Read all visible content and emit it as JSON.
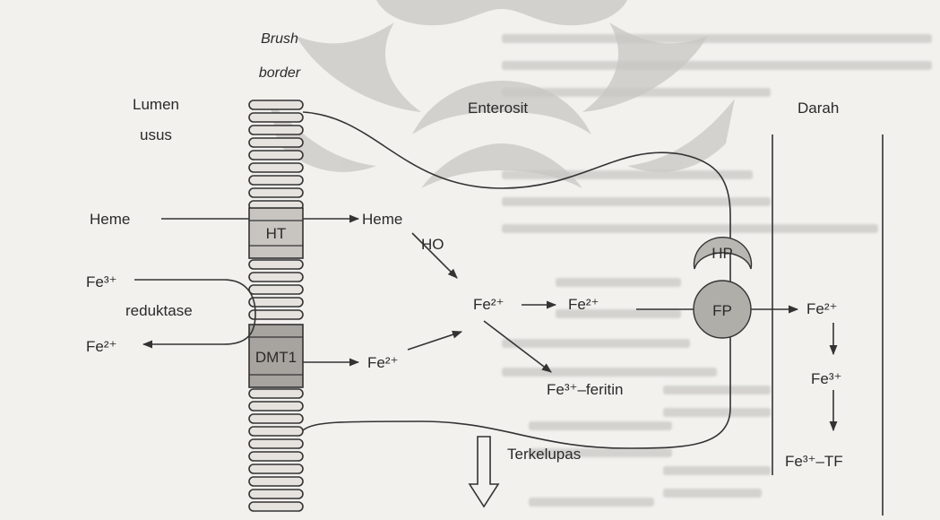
{
  "labels": {
    "brush_border_line1": "Brush",
    "brush_border_line2": "border",
    "lumen_line1": "Lumen",
    "lumen_line2": "usus",
    "enterosit": "Enterosit",
    "darah": "Darah",
    "heme_in": "Heme",
    "ht": "HT",
    "heme_out": "Heme",
    "ho": "HO",
    "fe3_in": "Fe³⁺",
    "reduktase": "reduktase",
    "fe2_out": "Fe²⁺",
    "dmt1": "DMT1",
    "fe2_dmt": "Fe²⁺",
    "fe2_center": "Fe²⁺",
    "fe2_right": "Fe²⁺",
    "hp": "HP",
    "fp": "FP",
    "fe2_blood": "Fe²⁺",
    "fe3_blood": "Fe³⁺",
    "fe3_tf": "Fe³⁺–TF",
    "fe3_feritin": "Fe³⁺–feritin",
    "terkelupas": "Terkelupas"
  },
  "colors": {
    "membrane_fill": "#d9d6d0",
    "transporter_fill": "#a7a49f",
    "protein_fill": "#b9b7b2",
    "watermark": "#c9c7c3"
  }
}
